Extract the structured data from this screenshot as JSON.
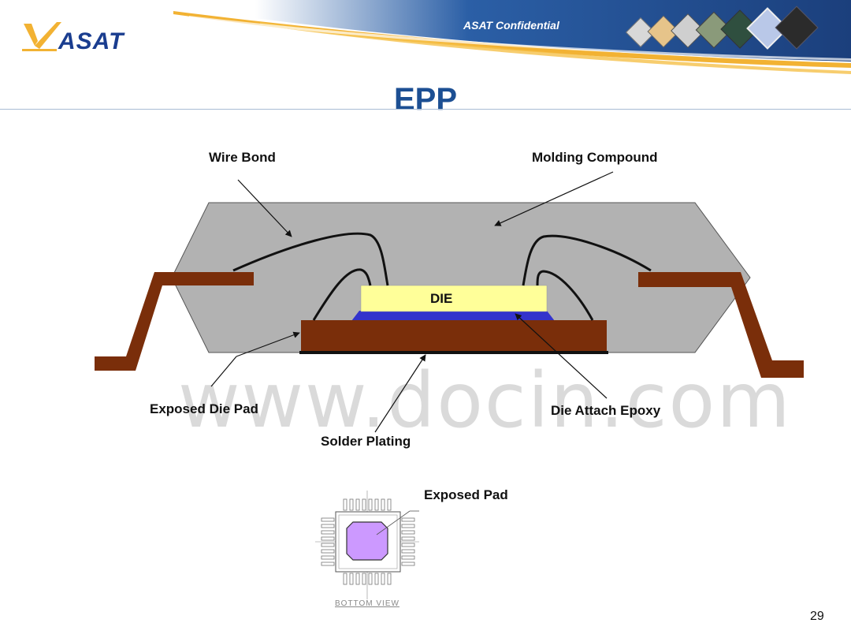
{
  "header": {
    "logo_text": "ASAT",
    "confidential": "ASAT Confidential"
  },
  "title": "EPP",
  "diagram": {
    "labels": {
      "wire_bond": "Wire Bond",
      "molding_compound": "Molding Compound",
      "die": "DIE",
      "exposed_die_pad": "Exposed Die Pad",
      "die_attach_epoxy": "Die Attach Epoxy",
      "solder_plating": "Solder Plating",
      "exposed_pad": "Exposed Pad",
      "bottom_view": "BOTTOM VIEW"
    },
    "colors": {
      "molding": "#b2b2b2",
      "die": "#ffff99",
      "epoxy": "#3333cc",
      "pad_and_leads": "#7a2e0a",
      "exposed_pad": "#cc99ff"
    }
  },
  "watermark": "www.docin.com",
  "page_number": "29"
}
